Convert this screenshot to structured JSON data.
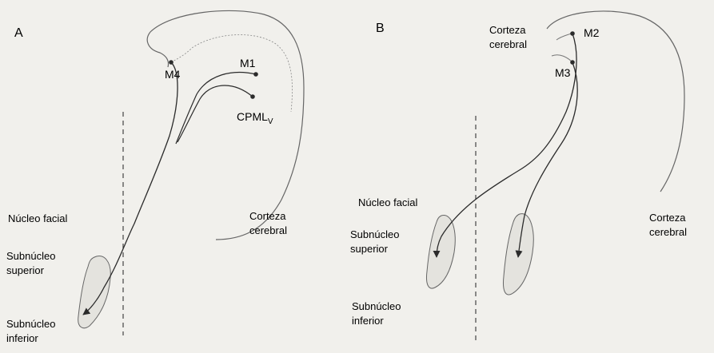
{
  "panel_a": {
    "letter": "A",
    "labels": {
      "m1": "M1",
      "m4": "M4",
      "cpml_main": "CPML",
      "cpml_sub": "V",
      "nucleo_facial": "Núcleo facial",
      "corteza_line1": "Corteza",
      "corteza_line2": "cerebral",
      "superior_line1": "Subnúcleo",
      "superior_line2": "superior",
      "inferior_line1": "Subnúcleo",
      "inferior_line2": "inferior"
    }
  },
  "panel_b": {
    "letter": "B",
    "labels": {
      "m2": "M2",
      "m3": "M3",
      "corteza_top_line1": "Corteza",
      "corteza_top_line2": "cerebral",
      "nucleo_facial": "Núcleo facial",
      "corteza_line1": "Corteza",
      "corteza_line2": "cerebral",
      "superior_line1": "Subnúcleo",
      "superior_line2": "superior",
      "inferior_line1": "Subnúcleo",
      "inferior_line2": "inferior"
    }
  },
  "colors": {
    "ink": "#2b2b2b",
    "outline": "#555555",
    "paper": "#f1f0ec"
  }
}
